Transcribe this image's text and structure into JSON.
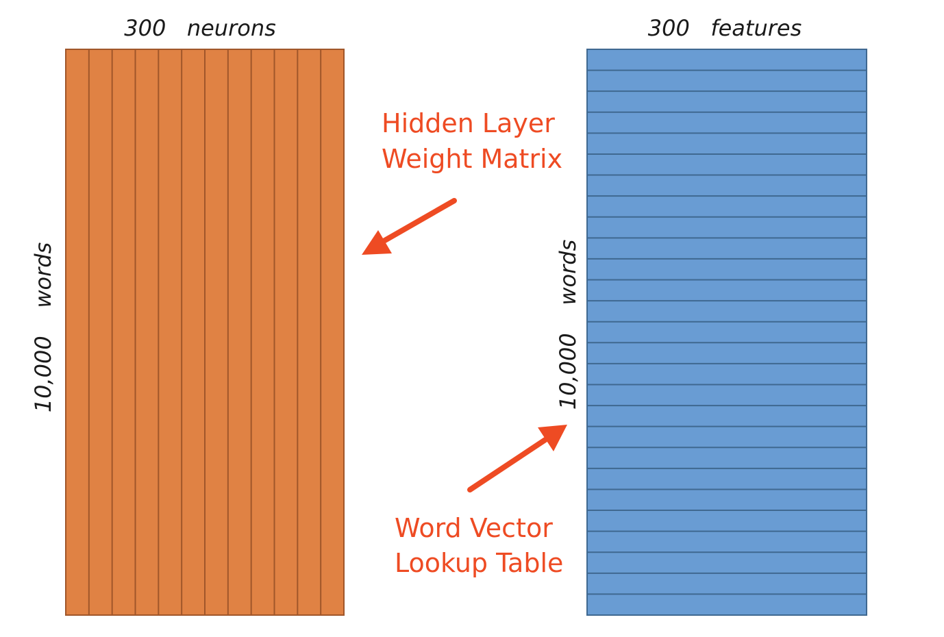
{
  "left_matrix": {
    "top_label": "300   neurons",
    "side_label": "10,000    words",
    "fill": "#e08244",
    "stroke": "#a0562a",
    "column_count": 12
  },
  "right_matrix": {
    "top_label": "300   features",
    "side_label": "10,000    words",
    "fill": "#699cd3",
    "stroke": "#3f6890",
    "row_count": 27
  },
  "callouts": {
    "hidden_layer": [
      "Hidden Layer",
      "Weight Matrix"
    ],
    "lookup_table": [
      "Word Vector",
      "Lookup Table"
    ],
    "color": "#ee4b23"
  }
}
